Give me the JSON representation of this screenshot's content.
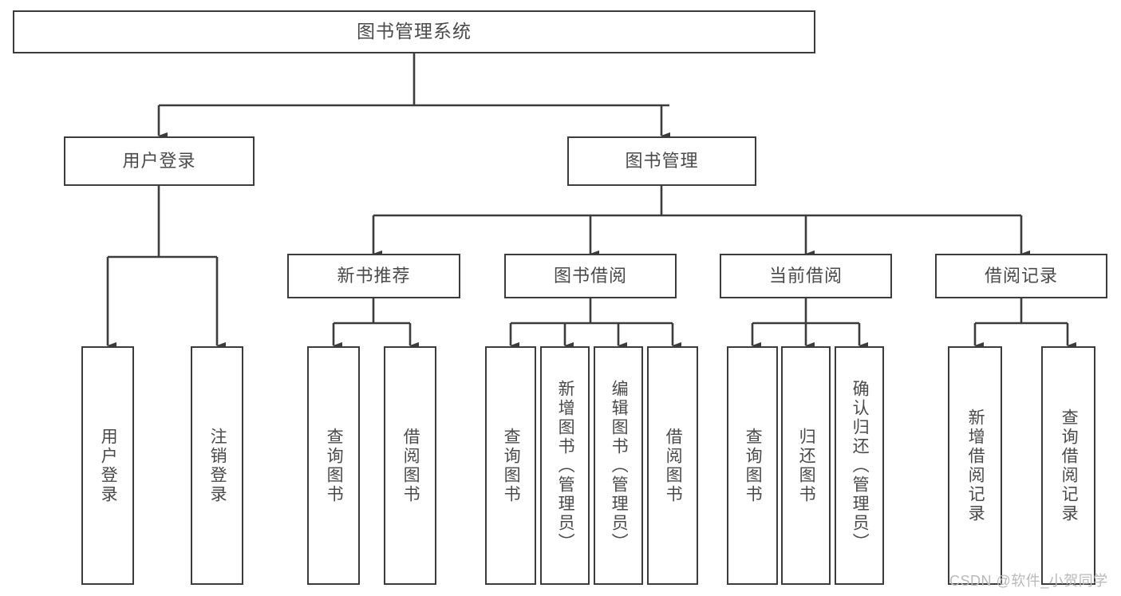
{
  "diagram": {
    "title": "图书管理系统",
    "type": "tree-hierarchy",
    "colors": {
      "box_border": "#3c3c3c",
      "box_fill": "#ffffff",
      "text": "#4a4a4a",
      "edge": "#3c3c3c",
      "watermark": "#b9b9b9",
      "background": "#ffffff"
    },
    "root": {
      "label": "图书管理系统"
    },
    "level2": [
      {
        "label": "用户登录"
      },
      {
        "label": "图书管理"
      }
    ],
    "level3": [
      {
        "label": "新书推荐"
      },
      {
        "label": "图书借阅"
      },
      {
        "label": "当前借阅"
      },
      {
        "label": "借阅记录"
      }
    ],
    "leaves_user_login": [
      {
        "label": "用户登录"
      },
      {
        "label": "注销登录"
      }
    ],
    "leaves_new_book": [
      {
        "label": "查询图书"
      },
      {
        "label": "借阅图书"
      }
    ],
    "leaves_borrow": [
      {
        "label": "查询图书"
      },
      {
        "label": "新增图书（管理员）"
      },
      {
        "label": "编辑图书（管理员）"
      },
      {
        "label": "借阅图书"
      }
    ],
    "leaves_current": [
      {
        "label": "查询图书"
      },
      {
        "label": "归还图书"
      },
      {
        "label": "确认归还（管理员）"
      }
    ],
    "leaves_records": [
      {
        "label": "新增借阅记录"
      },
      {
        "label": "查询借阅记录"
      }
    ]
  },
  "watermark": {
    "text": "CSDN @软件_小贺同学"
  }
}
